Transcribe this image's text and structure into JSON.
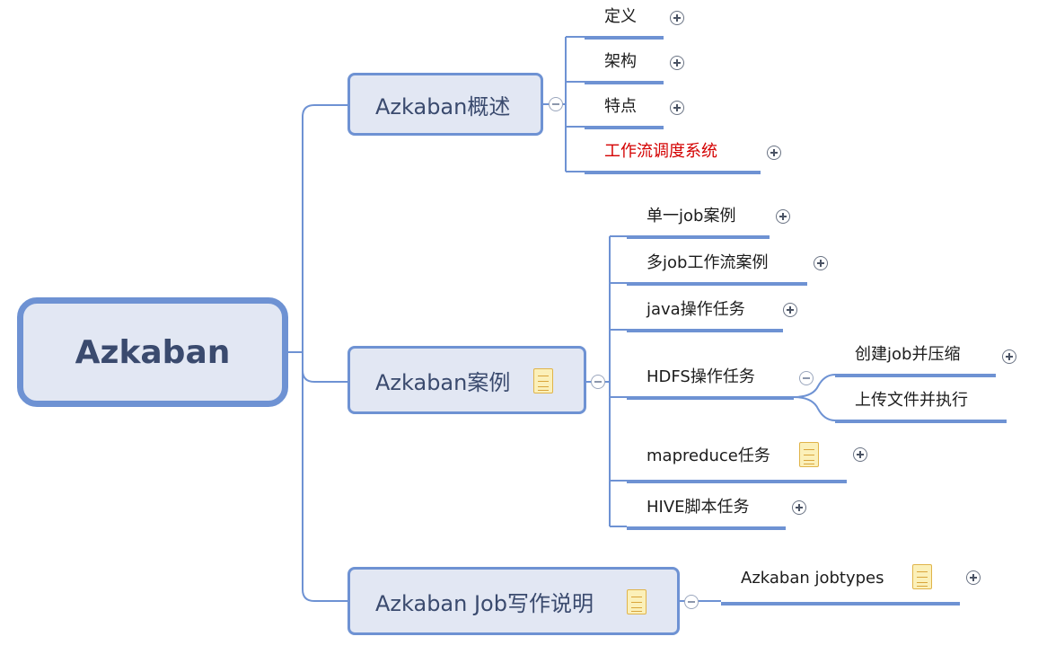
{
  "root": {
    "label": "Azkaban"
  },
  "branches": [
    {
      "label": "Azkaban概述",
      "children": [
        {
          "label": "定义"
        },
        {
          "label": "架构"
        },
        {
          "label": "特点"
        },
        {
          "label": "工作流调度系统",
          "color": "#d40000"
        }
      ]
    },
    {
      "label": "Azkaban案例",
      "has_note": true,
      "children": [
        {
          "label": "单一job案例"
        },
        {
          "label": "多job工作流案例"
        },
        {
          "label": "java操作任务"
        },
        {
          "label": "HDFS操作任务",
          "children": [
            {
              "label": "创建job并压缩"
            },
            {
              "label": "上传文件并执行"
            }
          ]
        },
        {
          "label": "mapreduce任务",
          "has_note": true
        },
        {
          "label": "HIVE脚本任务"
        }
      ]
    },
    {
      "label": "Azkaban Job写作说明",
      "has_note": true,
      "children": [
        {
          "label": "Azkaban jobtypes",
          "has_note": true
        }
      ]
    }
  ],
  "colors": {
    "line": "#6e92d3",
    "node_fill": "#e2e7f3",
    "node_text": "#3a4a6e",
    "highlight": "#d40000"
  },
  "icons": {
    "expand": "plus-circle-icon",
    "collapse": "minus-circle-icon",
    "note": "note-icon"
  }
}
